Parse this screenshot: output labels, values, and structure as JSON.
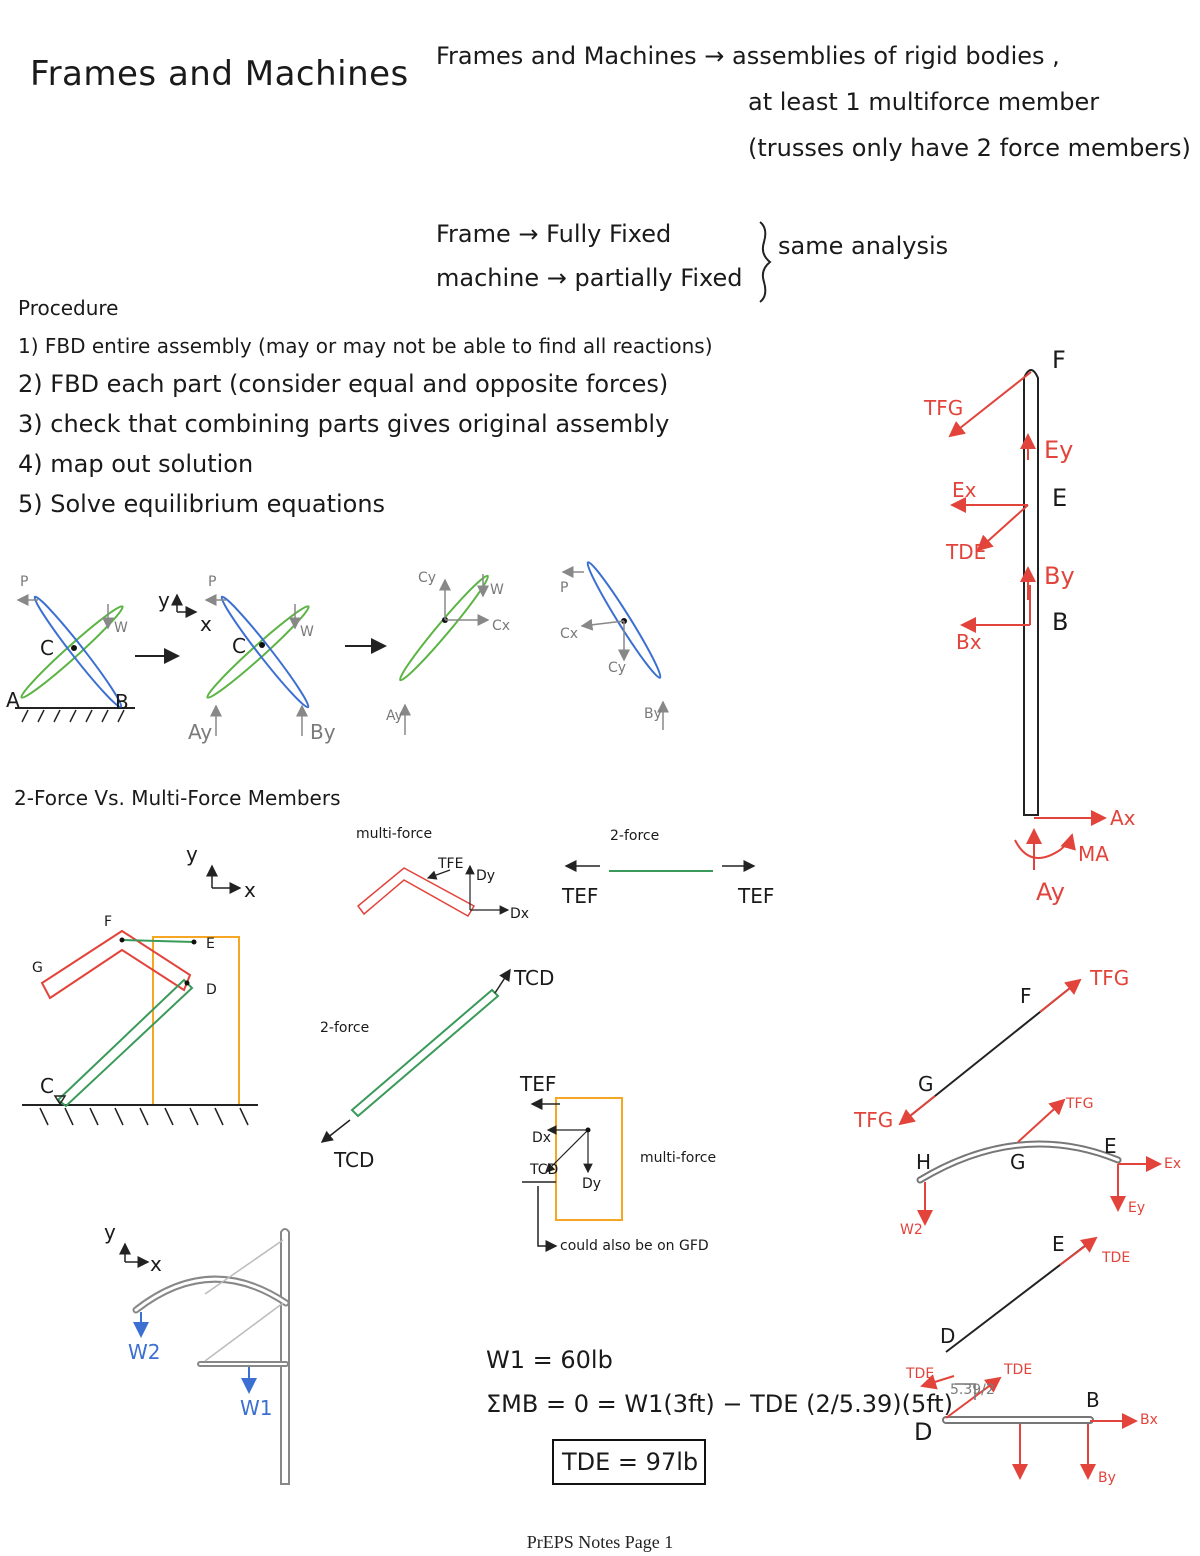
{
  "title": "Frames and Machines",
  "definition": {
    "line1": "Frames and Machines → assemblies of rigid bodies ,",
    "line2": "at least 1 multiforce member",
    "line3": "(trusses only have 2 force members)"
  },
  "types": {
    "frame": "Frame → Fully Fixed",
    "machine": "machine → partially Fixed",
    "brace_note": "same analysis"
  },
  "procedure": {
    "heading": "Procedure",
    "steps": [
      "1) FBD entire assembly (may or may not be able to find all reactions)",
      "2) FBD each part (consider equal and opposite forces)",
      "3) check that combining parts gives original assembly",
      "4) map out solution",
      "5) Solve equilibrium equations"
    ]
  },
  "scissor_labels": {
    "P": "P",
    "W": "W",
    "C": "C",
    "A": "A",
    "B": "B",
    "Ay": "Ay",
    "By": "By",
    "Cy": "Cy",
    "Cx": "Cx",
    "y": "y",
    "x": "x"
  },
  "pole_fbd": {
    "F": "F",
    "E": "E",
    "B": "B",
    "TFG": "TFG",
    "Ey": "Ey",
    "Ex": "Ex",
    "TDE": "TDE",
    "By": "By",
    "Bx": "Bx",
    "Ax": "Ax",
    "MA": "MA",
    "Ay": "Ay"
  },
  "members": {
    "heading": "2-Force Vs. Multi-Force Members",
    "multi_force": "multi-force",
    "two_force": "2-force",
    "TEF": "TEF",
    "TFE": "TFE",
    "Dy": "Dy",
    "Dx": "Dx",
    "TCD": "TCD",
    "F": "F",
    "E": "E",
    "G": "G",
    "D": "D",
    "C": "C",
    "could_note": "could also be on GFD",
    "y": "y",
    "x": "x"
  },
  "gfd_fbd": {
    "F": "F",
    "G": "G",
    "TFG": "TFG",
    "H": "H",
    "E": "E",
    "Ex": "Ex",
    "Ey": "Ey",
    "W2": "W2",
    "D": "D",
    "TDE": "TDE",
    "B": "B",
    "Bx": "Bx",
    "By": "By",
    "frac": "5.39/2"
  },
  "lamp": {
    "W1": "W1",
    "W2": "W2",
    "y": "y",
    "x": "x"
  },
  "equations": {
    "w1": "W1 = 60lb",
    "moment": "ΣMB = 0 = W1(3ft) − TDE (2/5.39)(5ft)",
    "result": "TDE = 97lb"
  },
  "footer": "PrEPS Notes Page 1"
}
